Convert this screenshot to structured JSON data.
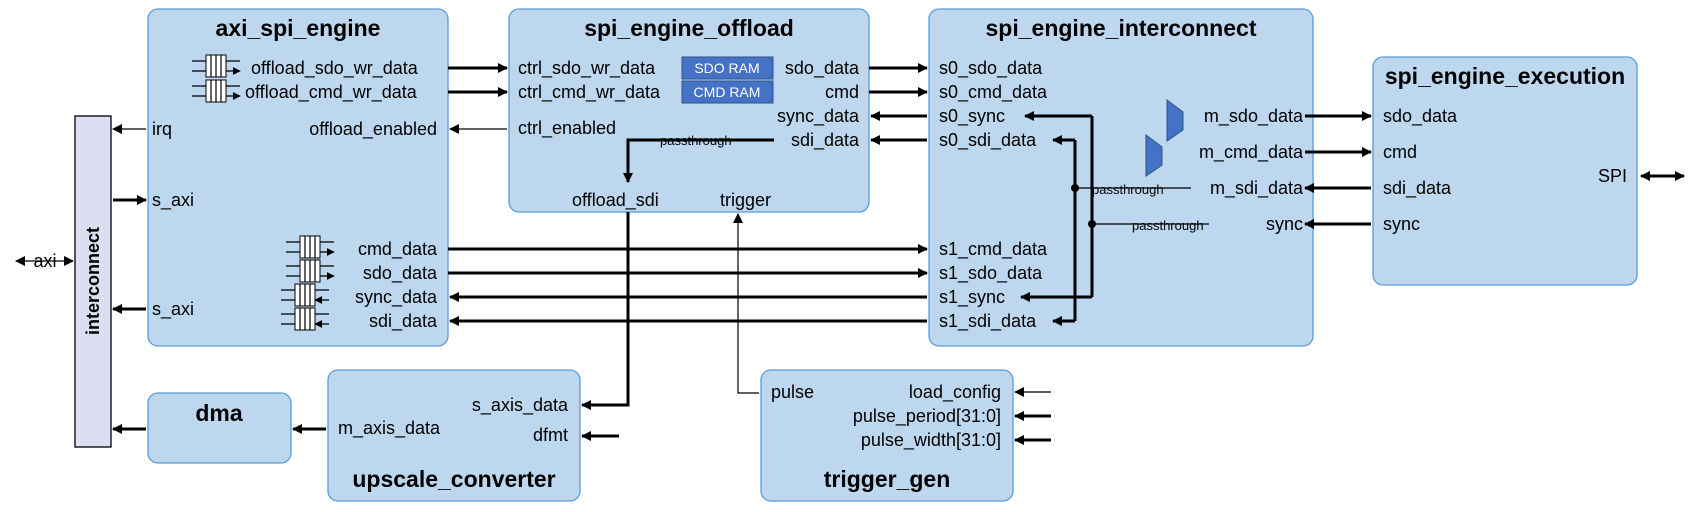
{
  "blocks": {
    "axi_spi_engine": {
      "title": "axi_spi_engine",
      "ports": {
        "offload_sdo_wr_data": "offload_sdo_wr_data",
        "offload_cmd_wr_data": "offload_cmd_wr_data",
        "irq": "irq",
        "offload_enabled": "offload_enabled",
        "s_axi_1": "s_axi",
        "s_axi_2": "s_axi",
        "cmd_data": "cmd_data",
        "sdo_data": "sdo_data",
        "sync_data": "sync_data",
        "sdi_data": "sdi_data"
      }
    },
    "spi_engine_offload": {
      "title": "spi_engine_offload",
      "ports": {
        "ctrl_sdo_wr_data": "ctrl_sdo_wr_data",
        "ctrl_cmd_wr_data": "ctrl_cmd_wr_data",
        "ctrl_enabled": "ctrl_enabled",
        "sdo_data": "sdo_data",
        "cmd": "cmd",
        "sync_data": "sync_data",
        "sdi_data": "sdi_data",
        "passthrough": "passthrough",
        "offload_sdi": "offload_sdi",
        "trigger": "trigger"
      },
      "sdo_ram": "SDO RAM",
      "cmd_ram": "CMD RAM"
    },
    "spi_engine_interconnect": {
      "title": "spi_engine_interconnect",
      "ports": {
        "s0_sdo_data": "s0_sdo_data",
        "s0_cmd_data": "s0_cmd_data",
        "s0_sync": "s0_sync",
        "s0_sdi_data": "s0_sdi_data",
        "s1_cmd_data": "s1_cmd_data",
        "s1_sdo_data": "s1_sdo_data",
        "s1_sync": "s1_sync",
        "s1_sdi_data": "s1_sdi_data",
        "m_sdo_data": "m_sdo_data",
        "m_cmd_data": "m_cmd_data",
        "m_sdi_data": "m_sdi_data",
        "sync": "sync",
        "passthrough_1": "passthrough",
        "passthrough_2": "passthrough"
      }
    },
    "spi_engine_execution": {
      "title": "spi_engine_execution",
      "ports": {
        "sdo_data": "sdo_data",
        "cmd": "cmd",
        "sdi_data": "sdi_data",
        "sync": "sync",
        "spi": "SPI"
      }
    },
    "interconnect": {
      "title": "interconnect",
      "axi": "axi"
    },
    "dma": {
      "title": "dma"
    },
    "upscale_converter": {
      "title": "upscale_converter",
      "ports": {
        "m_axis_data": "m_axis_data",
        "s_axis_data": "s_axis_data",
        "dfmt": "dfmt"
      }
    },
    "trigger_gen": {
      "title": "trigger_gen",
      "ports": {
        "pulse": "pulse",
        "load_config": "load_config",
        "pulse_period": "pulse_period[31:0]",
        "pulse_width": "pulse_width[31:0]"
      }
    }
  }
}
